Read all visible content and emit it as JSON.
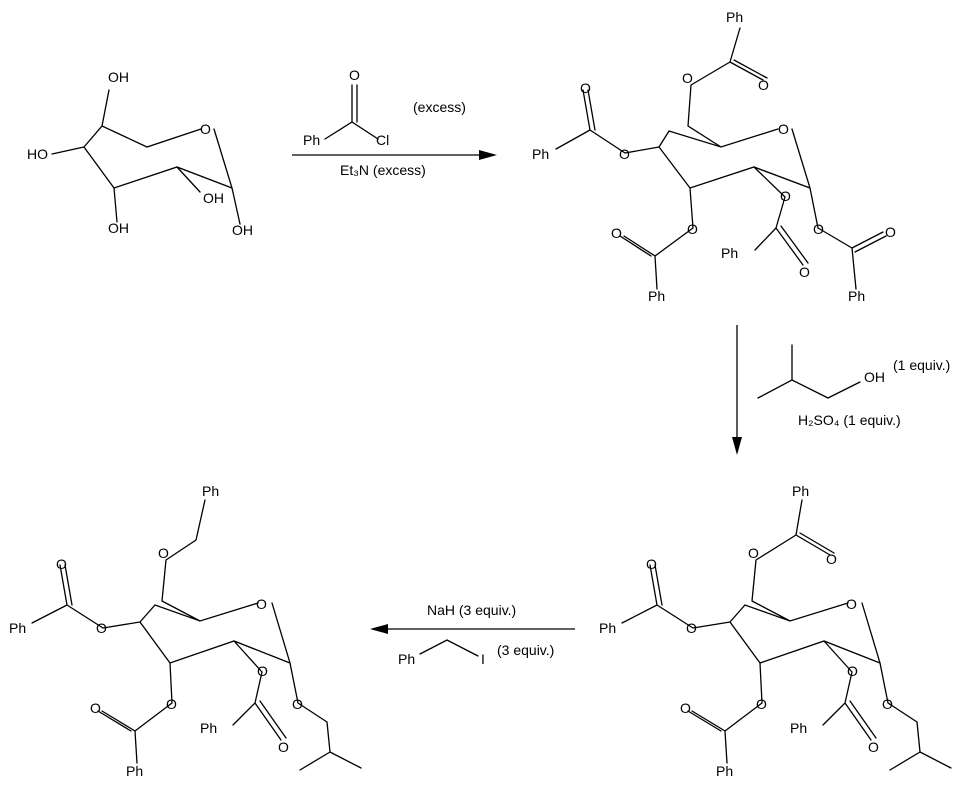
{
  "reaction_scheme": {
    "molecules": [
      {
        "id": "glucose",
        "labels": [
          "OH",
          "HO",
          "O",
          "OH",
          "OH",
          "OH"
        ]
      },
      {
        "id": "pentabenzoate",
        "labels": [
          "Ph",
          "O",
          "O",
          "O",
          "Ph",
          "O",
          "O",
          "O",
          "O",
          "O",
          "O",
          "O",
          "Ph",
          "Ph",
          "Ph"
        ]
      },
      {
        "id": "isobutyl_glycoside",
        "labels": [
          "Ph",
          "O",
          "O",
          "O",
          "Ph",
          "O",
          "O",
          "O",
          "O",
          "O",
          "O",
          "O",
          "Ph",
          "Ph"
        ]
      },
      {
        "id": "benzyl_product",
        "labels": [
          "Ph",
          "O",
          "O",
          "Ph",
          "O",
          "O",
          "O",
          "O",
          "O",
          "O",
          "O",
          "Ph",
          "Ph"
        ]
      }
    ],
    "steps": [
      {
        "reagent_1": "Ph",
        "reagent_1_atom": "Cl",
        "reagent_1_o": "O",
        "reagent_1_qty": "(excess)",
        "reagent_2": "Et₃N  (excess)"
      },
      {
        "reagent_1": "OH",
        "reagent_1_qty": "(1 equiv.)",
        "reagent_2": "H₂SO₄  (1 equiv.)"
      },
      {
        "reagent_1": "NaH   (3 equiv.)",
        "reagent_2": "Ph",
        "reagent_2_atom": "I",
        "reagent_2_qty": "(3 equiv.)"
      }
    ]
  }
}
